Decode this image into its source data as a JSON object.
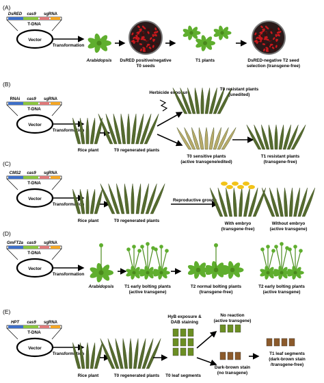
{
  "colors": {
    "plant_green": "#4a8a1d",
    "leaf_green": "#5fae2e",
    "rice_dark": "#556b2f",
    "rice_sensitive": "#b7ab6a",
    "seed_red": "#c8191d",
    "seed_dark": "#2a1a1a",
    "flower_yellow": "#f2c318",
    "leaf_segment_green": "#6b8e23",
    "leaf_segment_brown": "#8b5a2b"
  },
  "panels": [
    {
      "id": "A",
      "panel_label": "(A)",
      "genes": [
        "DsRED",
        "cas9",
        "sgRNA"
      ],
      "tdna": "T-DNA",
      "vector": "Vector",
      "transformation": "Transformation",
      "labels": {
        "plant": "Arabidopsis",
        "seeds": "DsRED positive/negative",
        "seeds2": "T0 seeds",
        "t1": "T1 plants",
        "selection": "DsRED-negative T2 seed",
        "selection2": "selection (transgene-free)"
      }
    },
    {
      "id": "B",
      "panel_label": "(B)",
      "genes": [
        "RNAi",
        "cas9",
        "sgRNA"
      ],
      "tdna": "T-DNA",
      "vector": "Vector",
      "transformation": "Transformation",
      "labels": {
        "rice": "Rice plant",
        "t0": "T0 regenerated plants",
        "herbicide": "Herbicide exposure",
        "resistant": "T0 resistant plants",
        "resistant2": "(unedited)",
        "sensitive": "T0 sensitive plants",
        "sensitive2": "(active transgene/edited)",
        "t1": "T1 resistant plants",
        "t1b": "(transgene-free)"
      }
    },
    {
      "id": "C",
      "panel_label": "(C)",
      "genes": [
        "CMS2",
        "cas9",
        "sgRNA"
      ],
      "tdna": "T-DNA",
      "vector": "Vector",
      "transformation": "Transformation",
      "labels": {
        "rice": "Rice plant",
        "t0": "T0 regenerated plants",
        "growth": "Reproductive growth",
        "with": "With embryo",
        "with2": "(transgene-free)",
        "without": "Without embryo",
        "without2": "(active transgene)"
      }
    },
    {
      "id": "D",
      "panel_label": "(D)",
      "genes": [
        "GmFT2a",
        "cas9",
        "sgRNA"
      ],
      "tdna": "T-DNA",
      "vector": "Vector",
      "transformation": "Transformation",
      "labels": {
        "plant": "Arabidopsis",
        "t1": "T1 early bolting plants",
        "t1b": "(active transgene)",
        "t2n": "T2 normal bolting plants",
        "t2nb": "(transgene-free)",
        "t2e": "T2 early bolting plants",
        "t2eb": "(active transgene)"
      }
    },
    {
      "id": "E",
      "panel_label": "(E)",
      "genes": [
        "HPT",
        "cas9",
        "sgRNA"
      ],
      "tdna": "T-DNA",
      "vector": "Vector",
      "transformation": "Transformation",
      "labels": {
        "rice": "Rice plant",
        "t0": "T0 regenerated plants",
        "hyg": "HyB exposure &",
        "hyg2": "DAB staining",
        "noreact": "No reaction",
        "noreact2": "(active transgene)",
        "segments": "T0 leaf segments",
        "brown": "Dark-brown stain",
        "brown2": "(no transgene)",
        "t1seg": "T1 leaf segments",
        "t1seg2": "(dark-brown stain",
        "t1seg3": "/transgene-free)"
      }
    }
  ]
}
